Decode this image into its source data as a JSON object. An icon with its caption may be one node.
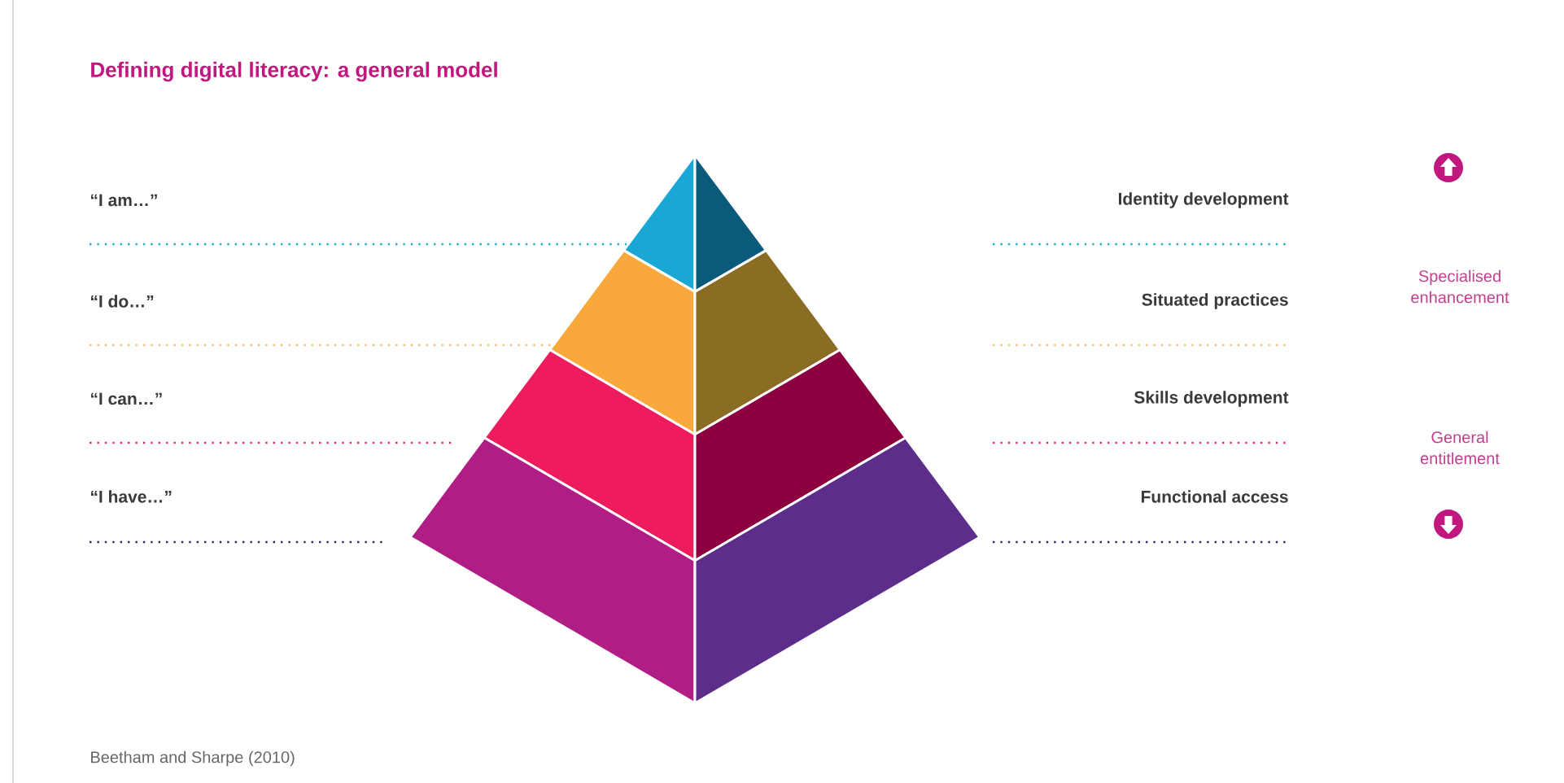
{
  "diagram": {
    "title": "Defining digital literacy: a general model",
    "caption": "Beetham and Sharpe (2010)",
    "labels": [
      "“I am…”",
      "Identity development",
      "Specialised enhancement",
      "“I do…”",
      "Situated practices",
      "“I can…”",
      "Skills development",
      "General entitlement",
      "“I have…”",
      "Functional access"
    ]
  }
}
